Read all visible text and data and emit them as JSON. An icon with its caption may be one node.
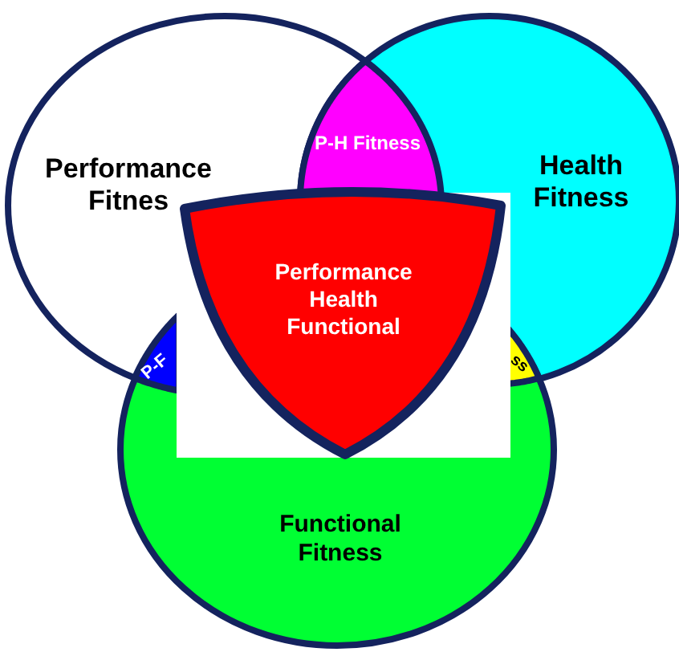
{
  "diagram": {
    "nodes": [
      {
        "text": [
          "Performance Fitnes"
        ]
      },
      {
        "text": [
          "P-H Fitness"
        ]
      },
      {
        "text": [
          "Health Fitness"
        ]
      },
      {
        "text": [
          "Performance Health Functional"
        ]
      },
      {
        "text": [
          "P-F"
        ]
      },
      {
        "text": [
          "ss"
        ]
      },
      {
        "text": [
          "Functional Fitness"
        ]
      }
    ]
  }
}
